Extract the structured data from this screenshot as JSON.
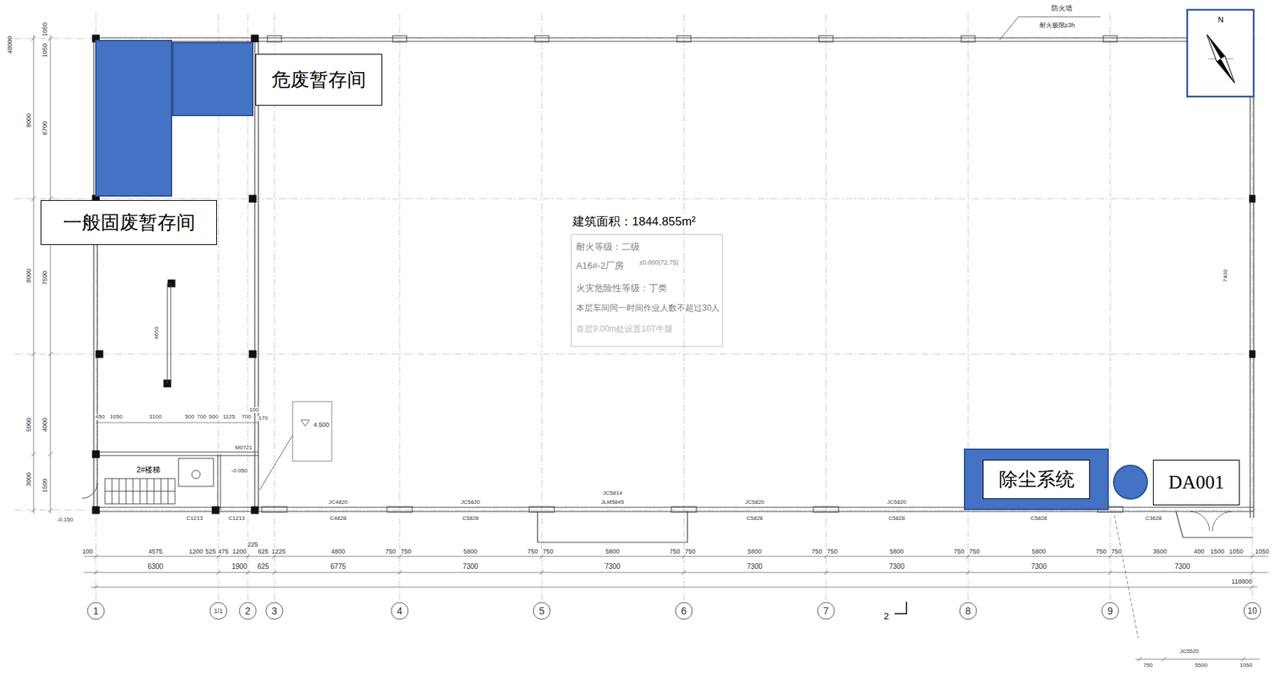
{
  "diagram": {
    "nodes": [
      {
        "text": [
          "危废暂存间"
        ]
      },
      {
        "text": [
          "一般固废暂存间"
        ]
      },
      {
        "text": [
          "除尘系统"
        ]
      },
      {
        "text": [
          "DA001"
        ]
      }
    ],
    "labels": [
      "建筑面积：1844.855m²",
      "耐火等级：二级",
      "A16#-2厂房",
      "±0.000(72.75)",
      "火灾危险性等级：丁类",
      "本层车间同一时间作业人数不超过30人",
      "首层9.00m处设置10T牛腿",
      "防火墙",
      "耐火极限≥3h",
      "N",
      "1",
      "1/1",
      "2",
      "3",
      "4",
      "5",
      "6",
      "7",
      "8",
      "9",
      "10",
      "2",
      "100",
      "4575",
      "1200",
      "525",
      "475",
      "1200",
      "225",
      "625",
      "1225",
      "4800",
      "750",
      "750",
      "5800",
      "750",
      "750",
      "5800",
      "750",
      "750",
      "5800",
      "750",
      "750",
      "5800",
      "750",
      "750",
      "5800",
      "750",
      "750",
      "3600",
      "400",
      "1500",
      "1050",
      "1050",
      "6300",
      "1900",
      "625",
      "6775",
      "7300",
      "7300",
      "7300",
      "7300",
      "7300",
      "7300",
      "118800",
      "JC4820",
      "C4828",
      "JC5820",
      "C5828",
      "JC5814",
      "JLM5845",
      "JC5820",
      "C5828",
      "JC5820",
      "C5828",
      "C5828",
      "C3628",
      "JC5520",
      "750",
      "5500",
      "1050",
      "450",
      "1050",
      "3100",
      "500",
      "700",
      "500",
      "1125",
      "700",
      "100",
      "170",
      "2#楼梯",
      "C1213",
      "C1213",
      "M0721",
      "-0.050",
      "-0.150",
      "4.500",
      "48000",
      "8000",
      "8000",
      "5000",
      "3000",
      "1050",
      "1050",
      "6700",
      "7500",
      "4000",
      "1500",
      "4650",
      "7400"
    ]
  }
}
